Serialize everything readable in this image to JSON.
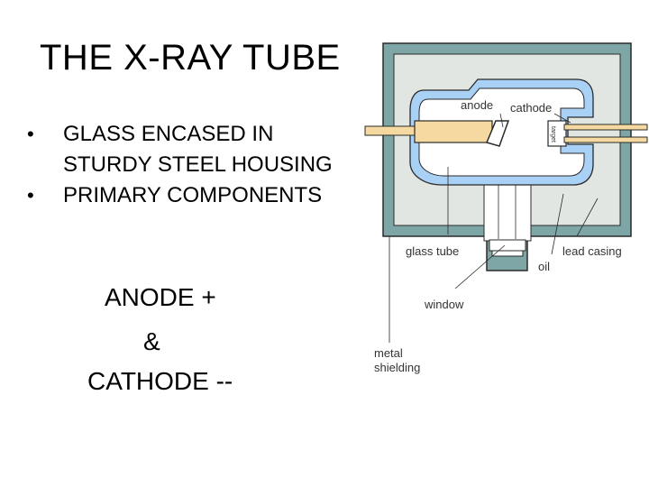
{
  "slide": {
    "title": "THE X-RAY TUBE",
    "bullets": [
      {
        "marker": "•",
        "text": "GLASS ENCASED IN STURDY STEEL HOUSING"
      },
      {
        "marker": "•",
        "text": "PRIMARY COMPONENTS"
      }
    ],
    "lines": [
      "ANODE +",
      "&",
      "CATHODE --"
    ]
  },
  "diagram": {
    "labels": {
      "anode": "anode",
      "cathode": "cathode",
      "target": "target",
      "glass_tube": "glass tube",
      "lead_casing": "lead casing",
      "oil": "oil",
      "window": "window",
      "metal_shielding": "metal\nshielding"
    },
    "colors": {
      "housing_outer": "#7fa6a6",
      "housing_inner": "#e2e6e2",
      "glass_tube": "#a9d0f5",
      "electrode": "#f5d9a0",
      "outline": "#2a2a2a"
    }
  }
}
